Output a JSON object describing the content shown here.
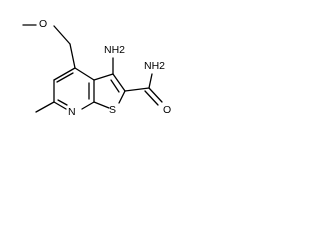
{
  "molecule": {
    "labels": {
      "methoxy_o": "O",
      "amino": "NH2",
      "amide_n": "NH2",
      "amide_o": "O",
      "ring_n": "N",
      "ring_s": "S"
    }
  }
}
